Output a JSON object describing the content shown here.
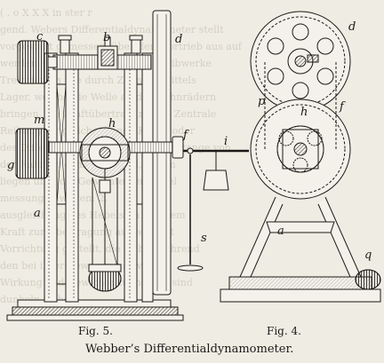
{
  "bleed_text": [
    "( . o X X X in ster r",
    "gend. Webers Differentialdynamometer stellt",
    "vorgestellt gemessen, über dem Vortrieb aus auf",
    "werden aus den Lachmann für Treibwerke",
    "Treibriemen wie durch Zahnrad mittels",
    "Lager, welche die Welle an den Zahnrädern",
    "bringen, die Kraftübertragung der Zentrale",
    "Reibung für gleichgehende Kräfte oder",
    "des Differentials; das mit der Hebelstange von",
    "der Rahmen gemessen wird, indem",
    "liegen über die Gewichte der Hebel",
    "messung gewogen: 2.",
    "ausgleichung des Hebels, in den dem",
    "Kraft zur Übertragung ausgerüstet",
    "Vorrichtung gestellt, die Hebel während",
    "den bei ihrer Bewegung sowie zur",
    "Wirkung und Gewichte zu messen sind",
    "dunkeln Hebel"
  ],
  "labels": {
    "c": "c",
    "b": "b",
    "d_fig5": "d",
    "m": "m",
    "h_fig5": "h",
    "f_fig5": "f",
    "g": "g",
    "a_fig5": "a",
    "i": "i",
    "s": "s",
    "d_fig4": "d",
    "p": "p",
    "h_fig4": "h",
    "f_fig4": "f",
    "a_fig4": "a",
    "q": "q"
  },
  "captions": {
    "fig5": "Fig. 5.",
    "fig4": "Fig. 4.",
    "title": "Webber’s Differentialdynamometer."
  }
}
